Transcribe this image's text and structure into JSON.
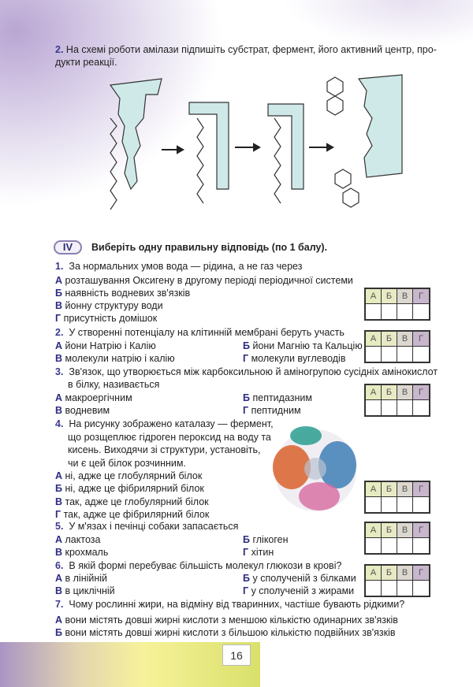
{
  "task2": {
    "number": "2.",
    "line1": "На схемі роботи амілази підпишіть субстрат, фермент, його активний центр, про-",
    "line2": "дукти реакції."
  },
  "section": {
    "badge": "IV",
    "title": "Виберіть одну правильну відповідь (по 1 балу)."
  },
  "grid_letters": [
    "А",
    "Б",
    "В",
    "Г"
  ],
  "questions": [
    {
      "number": "1.",
      "lines": [
        "За нормальних умов вода — рідина, а не газ через"
      ],
      "options": [
        {
          "letter": "А",
          "text": "розташування Оксигену в другому періоді періодичної системи"
        },
        {
          "letter": "Б",
          "text": "наявність водневих зв'язків"
        },
        {
          "letter": "В",
          "text": "йонну структуру води"
        },
        {
          "letter": "Г",
          "text": "присутність домішок"
        }
      ]
    },
    {
      "number": "2.",
      "lines": [
        "У створенні потенціалу на клітинній мембрані беруть участь"
      ],
      "options": [
        {
          "letter": "А",
          "text": "йони Натрію і Калію"
        },
        {
          "letter": "Б",
          "text": "йони Магнію та Кальцію"
        },
        {
          "letter": "В",
          "text": "молекули натрію і калію"
        },
        {
          "letter": "Г",
          "text": "молекули вуглеводів"
        }
      ]
    },
    {
      "number": "3.",
      "lines": [
        "Зв'язок, що утворюється між карбоксильною й аміногрупою сусідніх амінокислот",
        "в білку, називається"
      ],
      "options": [
        {
          "letter": "А",
          "text": "макроергічним"
        },
        {
          "letter": "Б",
          "text": "пептидазним"
        },
        {
          "letter": "В",
          "text": "водневим"
        },
        {
          "letter": "Г",
          "text": "пептидним"
        }
      ]
    },
    {
      "number": "4.",
      "lines": [
        "На рисунку зображено каталазу — фермент,",
        "що розщеплює гідроген пероксид на воду та",
        "кисень. Виходячи зі структури, установіть,",
        "чи є цей білок розчинним."
      ],
      "options": [
        {
          "letter": "А",
          "text": "ні, адже це глобулярний білок"
        },
        {
          "letter": "Б",
          "text": "ні, адже це фібрилярний білок"
        },
        {
          "letter": "В",
          "text": "так, адже це глобулярний білок"
        },
        {
          "letter": "Г",
          "text": "так, адже це фібрилярний білок"
        }
      ]
    },
    {
      "number": "5.",
      "lines": [
        "У м'язах і печінці собаки запасається"
      ],
      "options": [
        {
          "letter": "А",
          "text": "лактоза"
        },
        {
          "letter": "Б",
          "text": "глікоген"
        },
        {
          "letter": "В",
          "text": "крохмаль"
        },
        {
          "letter": "Г",
          "text": "хітин"
        }
      ]
    },
    {
      "number": "6.",
      "lines": [
        "В якій формі перебуває більшість молекул глюкози в крові?"
      ],
      "options": [
        {
          "letter": "А",
          "text": "в лінійній"
        },
        {
          "letter": "Б",
          "text": "у сполученій з білками"
        },
        {
          "letter": "В",
          "text": "в циклічній"
        },
        {
          "letter": "Г",
          "text": "у сполученій з жирами"
        }
      ]
    },
    {
      "number": "7.",
      "lines": [
        "Чому рослинні жири, на відміну від тваринних, частіше бувають рідкими?"
      ],
      "options": [
        {
          "letter": "А",
          "text": "вони містять довші жирні кислоти з меншою кількістю одинарних зв'язків"
        },
        {
          "letter": "Б",
          "text": "вони містять довші жирні кислоти з більшою кількістю подвійних зв'язків"
        }
      ]
    }
  ],
  "page_number": "16"
}
